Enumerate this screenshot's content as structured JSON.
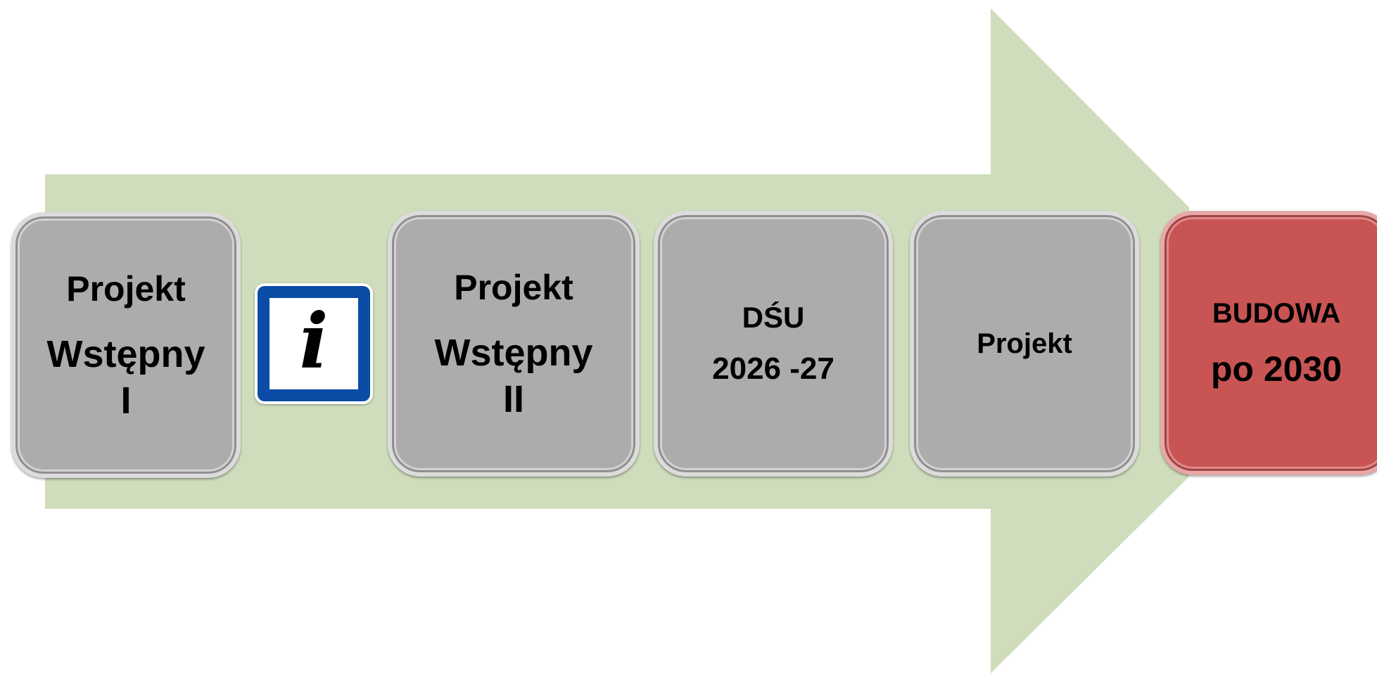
{
  "colors": {
    "arrow": "#cfddbc",
    "stage_gray": "#acacac",
    "stage_final": "#c85554",
    "info_frame": "#0a4ca6"
  },
  "stages": [
    {
      "lines": [
        "Projekt",
        "Wstępny",
        "I"
      ]
    },
    {
      "lines": [
        "Projekt",
        "Wstępny",
        "II"
      ]
    },
    {
      "lines": [
        "DŚU",
        "2026 -27"
      ]
    },
    {
      "lines": [
        "Projekt"
      ]
    },
    {
      "lines": [
        "BUDOWA",
        "po 2030"
      ]
    }
  ],
  "info_icon": {
    "icon": "info-icon",
    "glyph": "i"
  }
}
